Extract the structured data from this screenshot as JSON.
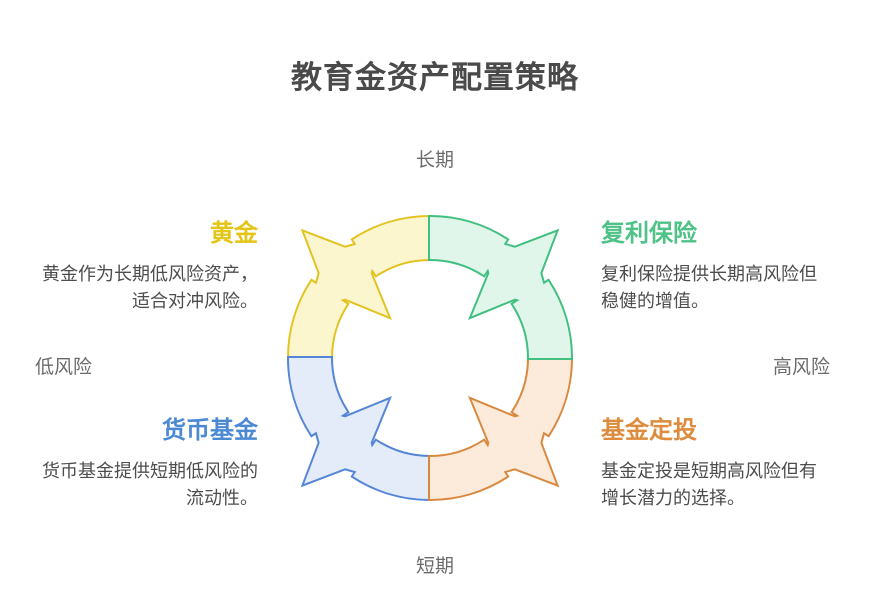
{
  "title": "教育金资产配置策略",
  "axes": {
    "top": "长期",
    "bottom": "短期",
    "left": "低风险",
    "right": "高风险"
  },
  "quadrants": [
    {
      "id": "gold",
      "position": "top-left",
      "label": "黄金",
      "label_color": "#e4c414",
      "stroke_color": "#e2c321",
      "fill_color": "#fcf6ce",
      "desc_line1": "黄金作为长期低风险资产，",
      "desc_line2": "适合对冲风险。"
    },
    {
      "id": "compound-insurance",
      "position": "top-right",
      "label": "复利保险",
      "label_color": "#4fc287",
      "stroke_color": "#41bf80",
      "fill_color": "#e1f6ea",
      "desc_line1": "复利保险提供长期高风险但",
      "desc_line2": "稳健的增值。"
    },
    {
      "id": "money-fund",
      "position": "bottom-left",
      "label": "货币基金",
      "label_color": "#4b8ad3",
      "stroke_color": "#5586d6",
      "fill_color": "#e4ecfa",
      "desc_line1": "货币基金提供短期低风险的",
      "desc_line2": "流动性。"
    },
    {
      "id": "fund-auto-invest",
      "position": "bottom-right",
      "label": "基金定投",
      "label_color": "#dd8c3d",
      "stroke_color": "#d9893f",
      "fill_color": "#fcebda",
      "desc_line1": "基金定投是短期高风险但有",
      "desc_line2": "增长潜力的选择。"
    }
  ],
  "colors": {
    "title_text": "#4a4a4a",
    "body_text": "#4d4d4d",
    "axis_text": "#6b6b6b",
    "background": "#ffffff"
  }
}
